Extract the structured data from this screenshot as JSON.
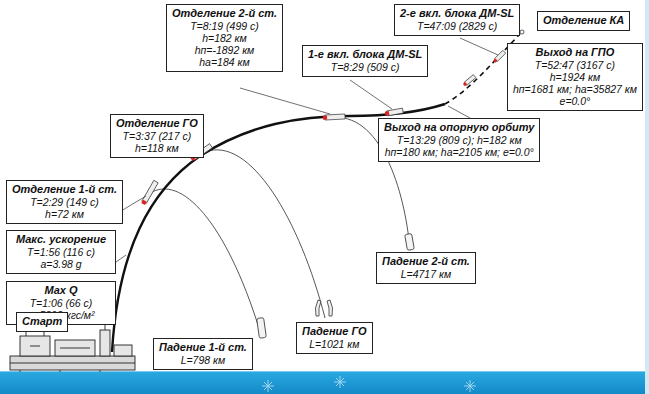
{
  "diagram": {
    "nodes": [
      {
        "text": [
          "Отделение 2-й ст.",
          "T=8:19 (499 c)",
          "h=182 км",
          "hп=-1892 км",
          "hа=184 км"
        ]
      },
      {
        "text": [
          "2-е вкл. блока ДМ-SL",
          "T=47:09 (2829 c)"
        ]
      },
      {
        "text": [
          "Отделение КА"
        ]
      },
      {
        "text": [
          "Выход на ГПО",
          "T=52:47 (3167 c)",
          "h=1924 км",
          "hп=1681 км; hа=35827 км",
          "e=0.0°"
        ]
      },
      {
        "text": [
          "1-е вкл. блока ДМ-SL",
          "T=8:29 (509 c)"
        ]
      },
      {
        "text": [
          "Отделение ГО",
          "T=3:37 (217 c)",
          "h=118 км"
        ]
      },
      {
        "text": [
          "Выход на опорную орбиту",
          "T=13:29 (809 c); h=182 км",
          "hп=180 км; hа=2105 км; e=0.0°"
        ]
      },
      {
        "text": [
          "Отделение 1-й ст.",
          "T=2:29 (149 c)",
          "h=72 км"
        ]
      },
      {
        "text": [
          "Макс. ускорение",
          "T=1:56 (116 c)",
          "a=3.98 g"
        ]
      },
      {
        "text": [
          "Max Q",
          "T=1:06 (66 c)",
          "q=5392 кгс/м²"
        ]
      },
      {
        "text": [
          "Старт"
        ]
      },
      {
        "text": [
          "Падение 2-й ст.",
          "L=4717 км"
        ]
      },
      {
        "text": [
          "Падение ГО",
          "L=1021 км"
        ]
      },
      {
        "text": [
          "Падение 1-й ст.",
          "L=798 км"
        ]
      }
    ]
  }
}
